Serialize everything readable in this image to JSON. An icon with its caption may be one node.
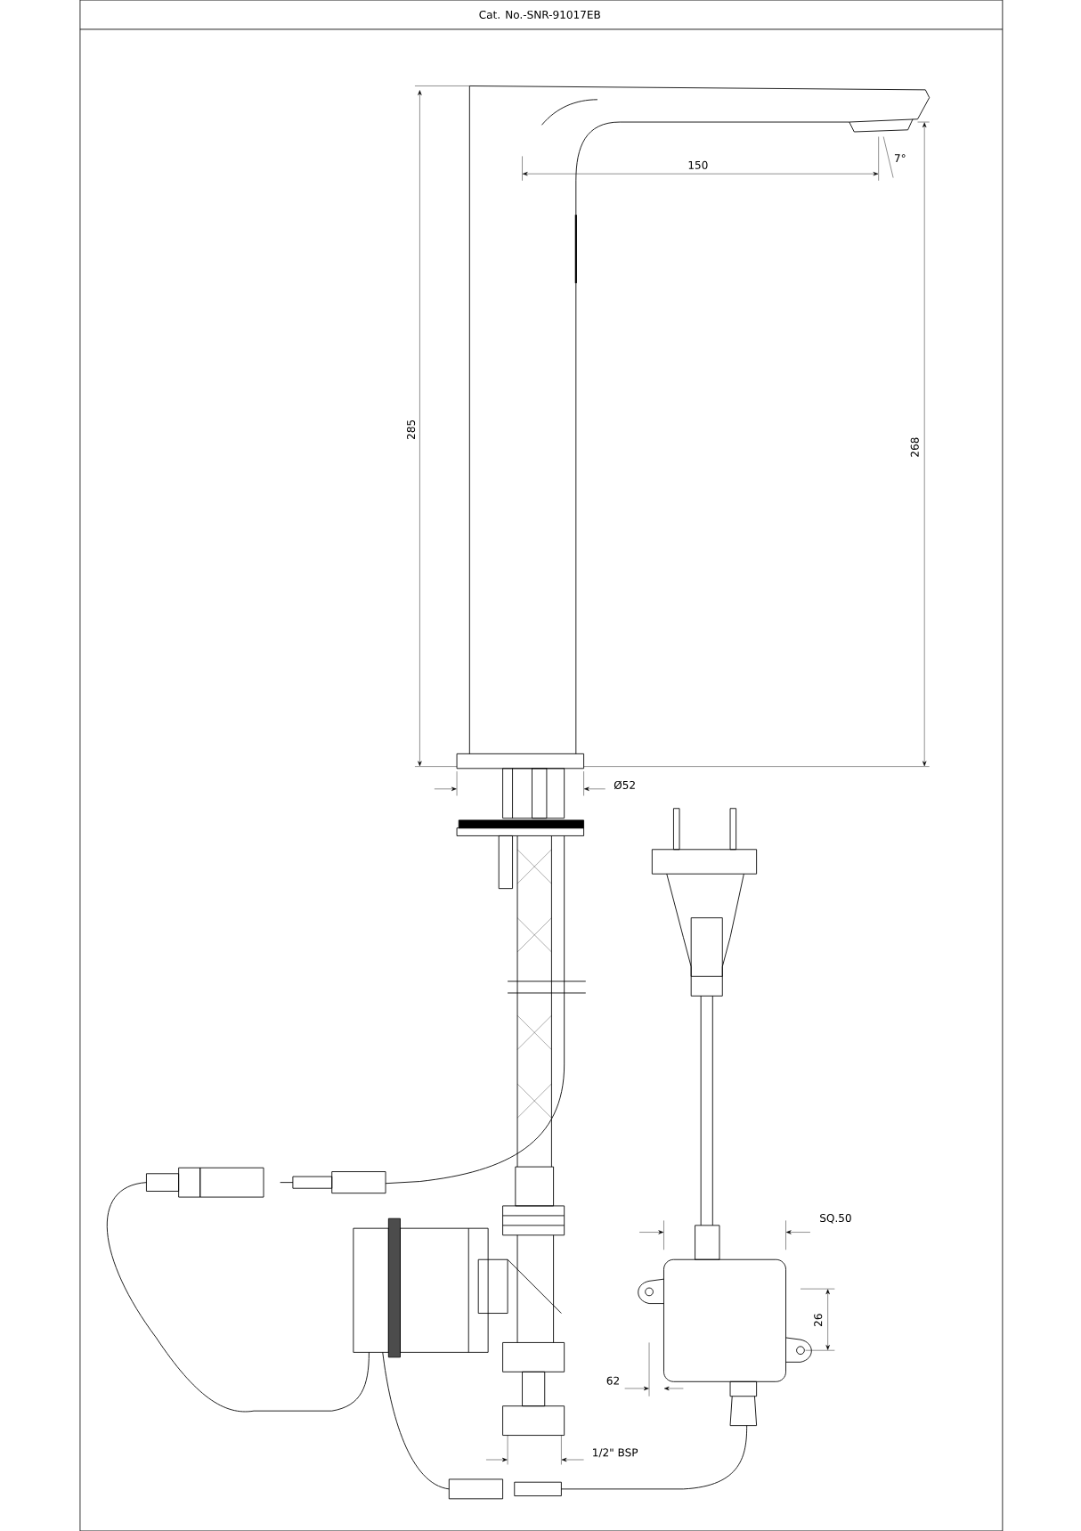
{
  "diagram": {
    "title": "Cat. No.-SNR-91017EB",
    "labels": [
      "150",
      "7°",
      "285",
      "268",
      "Ø52",
      "SQ.50",
      "26",
      "62",
      "1/2\" BSP"
    ]
  }
}
